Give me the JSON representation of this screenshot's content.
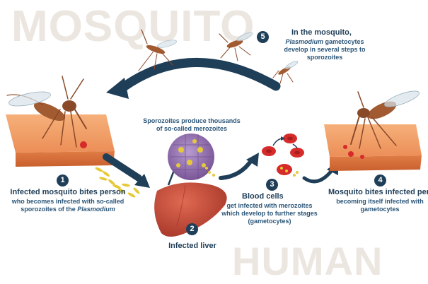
{
  "background_words": {
    "top": "MOSQUITO",
    "bottom": "HUMAN"
  },
  "steps": [
    {
      "number": "1",
      "title": "Infected mosquito bites person",
      "desc_line1": "who becomes infected with so-called",
      "desc_line2_prefix": "sporozoites of the ",
      "desc_line2_italic": "Plasmodium"
    },
    {
      "number": "2",
      "title": "Infected liver"
    },
    {
      "number": "3",
      "title": "Blood cells",
      "desc_line1": "get infected with merozoites",
      "desc_line2": "which develop to further stages",
      "desc_line3": "(gametocytes)"
    },
    {
      "number": "4",
      "title": "Mosquito bites infected perso",
      "desc_line1": "becoming itself infected with",
      "desc_line2": "gametocytes"
    },
    {
      "number": "5",
      "title": "In the mosquito,",
      "desc_line1_italic": "Plasmodium",
      "desc_line1_suffix": " gametocytes",
      "desc_line2": "develop in several steps to",
      "desc_line3": "sporozoites"
    }
  ],
  "sporozoite_note": {
    "line1": "Sporozoites produce thousands",
    "line2": "of so-called merozoites"
  },
  "colors": {
    "arrow": "#1f3e58",
    "heading": "#1f3e58",
    "text": "#2a5578",
    "skin": "#ee9a62",
    "liver": "#c94f3a",
    "blood_cell": "#d62b2b",
    "merozoite_cell": "#8b67a8",
    "sporozoite": "#e6c93a",
    "mosquito": "#8a4a2a",
    "background_word": "#ece6e0"
  }
}
